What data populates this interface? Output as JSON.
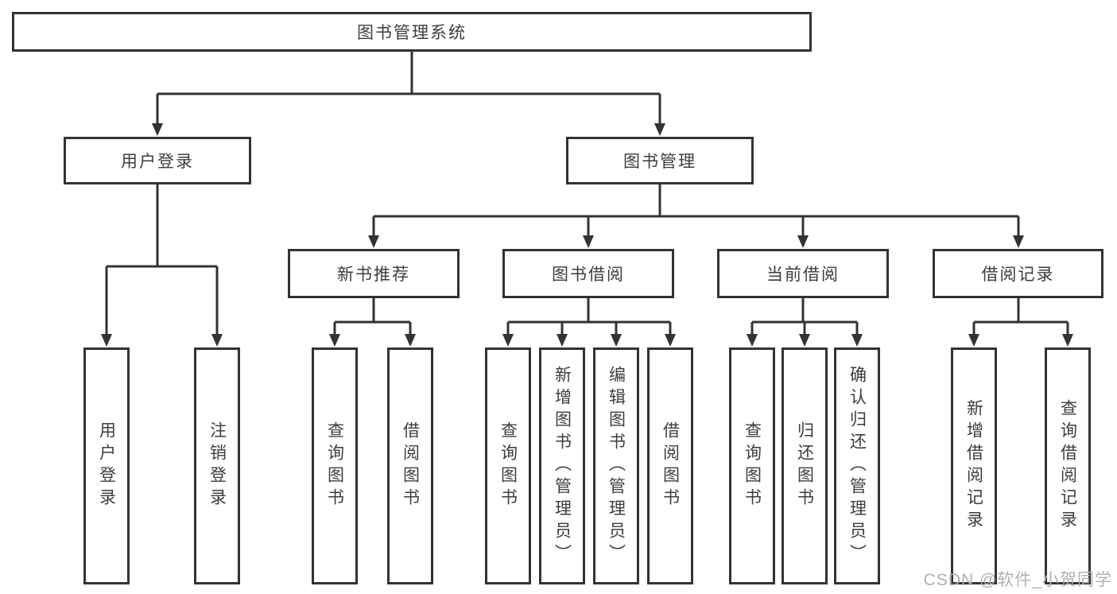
{
  "tree": {
    "label": "图书管理系统",
    "children": [
      {
        "label": "用户登录",
        "children": [
          {
            "label": "用户登录"
          },
          {
            "label": "注销登录"
          }
        ]
      },
      {
        "label": "图书管理",
        "children": [
          {
            "label": "新书推荐",
            "children": [
              {
                "label": "查询图书"
              },
              {
                "label": "借阅图书"
              }
            ]
          },
          {
            "label": "图书借阅",
            "children": [
              {
                "label": "查询图书"
              },
              {
                "label": "新增图书（管理员）"
              },
              {
                "label": "编辑图书（管理员）"
              },
              {
                "label": "借阅图书"
              }
            ]
          },
          {
            "label": "当前借阅",
            "children": [
              {
                "label": "查询图书"
              },
              {
                "label": "归还图书"
              },
              {
                "label": "确认归还（管理员）"
              }
            ]
          },
          {
            "label": "借阅记录",
            "children": [
              {
                "label": "新增借阅记录"
              },
              {
                "label": "查询借阅记录"
              }
            ]
          }
        ]
      }
    ]
  },
  "watermark": {
    "text": "CSDN @软件_小贺同学"
  },
  "colors": {
    "line": "#333333",
    "text": "#3d3d3d",
    "watermark": "#b0b0b0",
    "background": "#ffffff"
  }
}
